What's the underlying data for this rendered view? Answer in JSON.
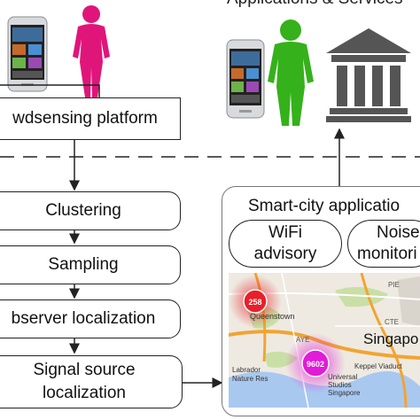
{
  "top_label": "Applications & Services",
  "platform": {
    "label": "wdsensing platform"
  },
  "pipeline": {
    "clustering": "Clustering",
    "sampling": "Sampling",
    "observer": "bserver localization",
    "signal_line1": "Signal source",
    "signal_line2": "localization"
  },
  "app": {
    "title": "Smart-city applicatio",
    "wifi_line1": "WiFi",
    "wifi_line2": "advisory",
    "noise_line1": "Noise",
    "noise_line2": "monitori"
  },
  "map": {
    "marker1_count": "258",
    "marker2_count": "9602",
    "labels": {
      "queenstown": "Queenstown",
      "singapore": "Singapo",
      "aye": "AYE",
      "cte": "CTE",
      "pie": "PIE",
      "nature_reserve": "Labrador\nNature Res",
      "keppel": "Keppel Viaduct",
      "universal": "Universal\nStudios\nSingapore"
    }
  },
  "colors": {
    "person_pink": "#e0157a",
    "person_green": "#35b11b",
    "marker_red": "#e8202a",
    "marker_magenta": "#e21bd9",
    "map_road": "#f2a431",
    "map_water": "#a9c8f0",
    "map_land": "#eeeae1",
    "map_green": "#c9dfa6"
  },
  "icons": {
    "phone1": "smartphone-icon",
    "person1": "person-icon",
    "phone2": "smartphone-icon",
    "person2": "person-icon",
    "building": "government-building-icon"
  }
}
